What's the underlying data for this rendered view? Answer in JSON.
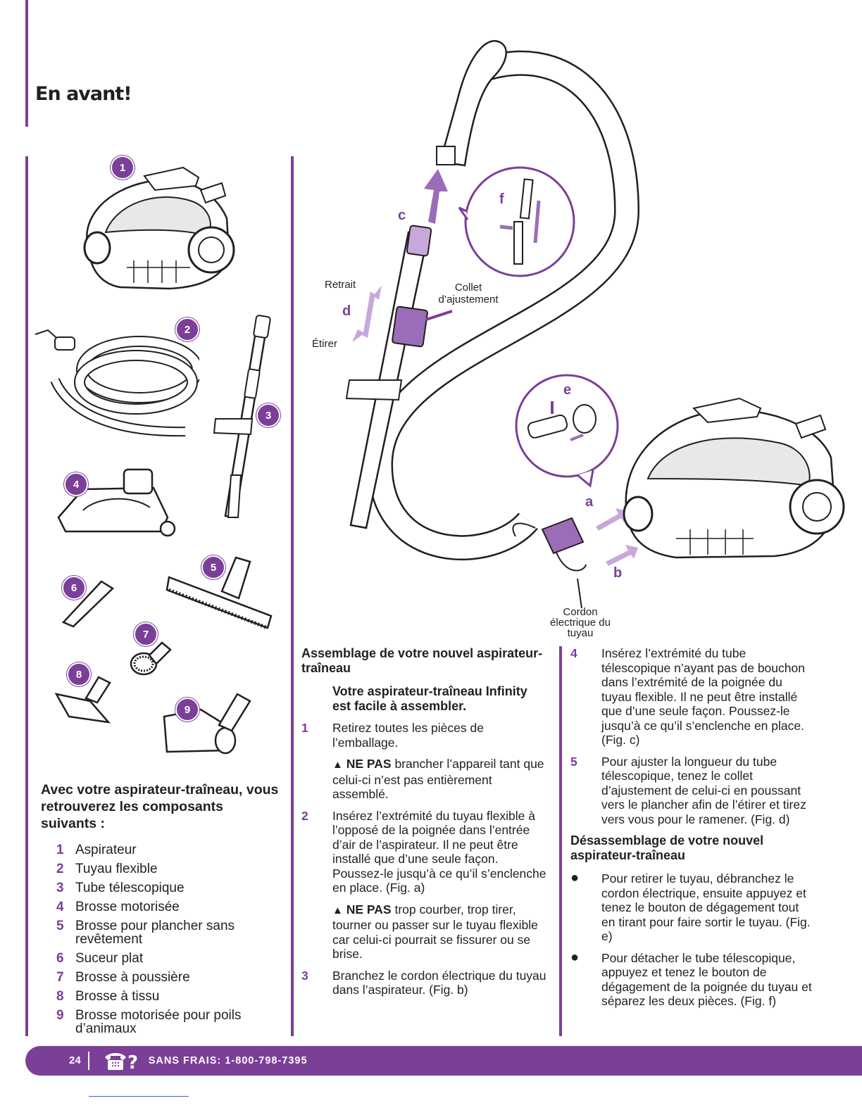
{
  "page": {
    "title": "En avant!",
    "number": "24",
    "tollfree": "SANS FRAIS: 1-800-798-7395"
  },
  "colors": {
    "accent": "#7b3f98",
    "text": "#231f20"
  },
  "parts_badges": [
    "1",
    "2",
    "3",
    "4",
    "5",
    "6",
    "7",
    "8",
    "9"
  ],
  "figure": {
    "letters": {
      "a": "a",
      "b": "b",
      "c": "c",
      "d": "d",
      "e": "e",
      "f": "f"
    },
    "callouts": {
      "retrait": "Retrait",
      "etirer": "Étirer",
      "collet_1": "Collet",
      "collet_2": "d’ajustement",
      "cordon_1": "Cordon",
      "cordon_2": "électrique du",
      "cordon_3": "tuyau"
    }
  },
  "components": {
    "heading": "Avec votre aspirateur-traîneau, vous retrouverez les composants suivants :",
    "items": [
      {
        "num": "1",
        "label": "Aspirateur"
      },
      {
        "num": "2",
        "label": "Tuyau flexible"
      },
      {
        "num": "3",
        "label": "Tube télescopique"
      },
      {
        "num": "4",
        "label": "Brosse motorisée"
      },
      {
        "num": "5",
        "label": "Brosse pour plancher sans revêtement"
      },
      {
        "num": "6",
        "label": "Suceur plat"
      },
      {
        "num": "7",
        "label": "Brosse à poussière"
      },
      {
        "num": "8",
        "label": "Brosse à tissu"
      },
      {
        "num": "9",
        "label": "Brosse motorisée pour poils d’animaux"
      }
    ]
  },
  "assembly": {
    "title": "Assemblage de votre nouvel aspirateur-traîneau",
    "intro": "Votre aspirateur-traîneau Infinity est facile à assembler.",
    "steps": [
      {
        "num": "1",
        "text": "Retirez toutes les pièces de l’emballage."
      },
      {
        "num": "2",
        "text": "Insérez l’extrémité du tuyau flexible à l’opposé de la poignée dans l’entrée d’air de l’aspirateur. Il ne peut être installé que d’une seule façon. Poussez-le jusqu’à ce qu’il s’enclenche en place. (Fig. a)"
      },
      {
        "num": "3",
        "text": "Branchez le cordon électrique du tuyau dans l’aspirateur. (Fig. b)"
      },
      {
        "num": "4",
        "text": "Insérez l’extrémité du tube télescopique n’ayant pas de bouchon dans l’extrémité de la poignée du tuyau flexible. Il ne peut être installé que d’une seule façon. Poussez-le jusqu’à ce qu’il s’enclenche en place. (Fig. c)"
      },
      {
        "num": "5",
        "text": "Pour ajuster la longueur du tube télescopique, tenez le collet d’ajustement de celui-ci en poussant vers le plancher afin de l’étirer et tirez vers vous pour le ramener. (Fig. d)"
      }
    ],
    "warn1": {
      "icon": "▲",
      "bold": "NE PAS",
      "text": " brancher l’appareil tant que celui-ci n’est pas entièrement assemblé."
    },
    "warn2": {
      "icon": "▲",
      "bold": "NE PAS",
      "text": " trop courber, trop tirer, tourner ou passer sur le tuyau flexible car celui-ci pourrait se fissurer ou se brise."
    }
  },
  "disassembly": {
    "title": "Désassemblage de votre nouvel aspirateur-traîneau",
    "bullets": [
      {
        "dot": "●",
        "text": "Pour retirer le tuyau, débranchez le cordon électrique, ensuite appuyez et tenez le bouton de dégagement tout en tirant pour faire sortir le tuyau. (Fig. e)"
      },
      {
        "dot": "●",
        "text": "Pour détacher le tube télescopique, appuyez et tenez le bouton de dégagement de la poignée du tuyau et séparez les deux pièces. (Fig. f)"
      }
    ]
  }
}
